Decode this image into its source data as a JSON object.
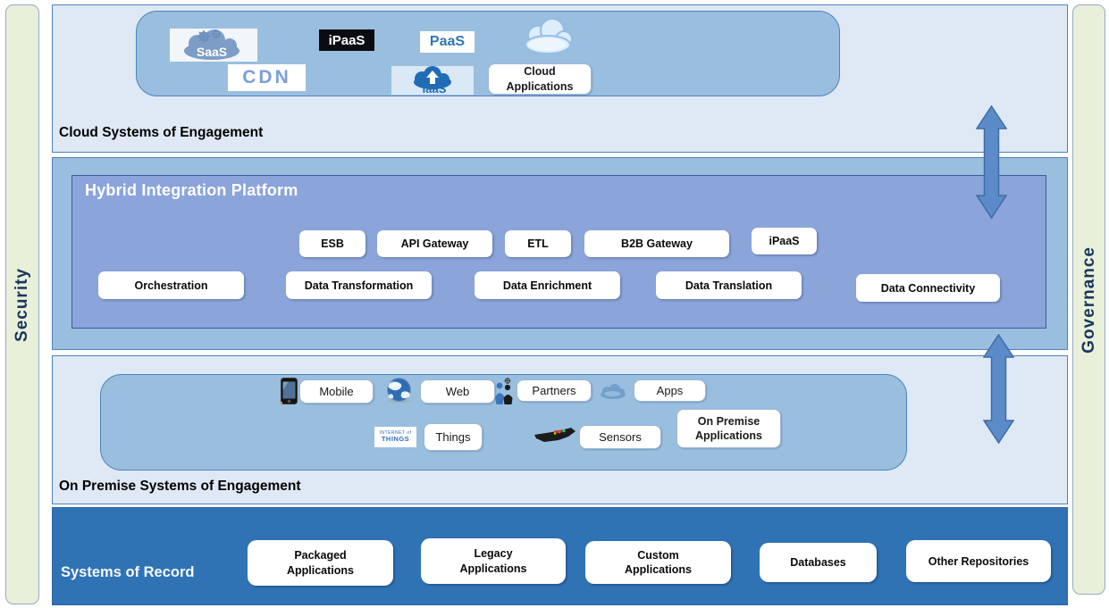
{
  "security_bar": {
    "label": "Security"
  },
  "governance_bar": {
    "label": "Governance"
  },
  "cloud_soe": {
    "label": "Cloud Systems of Engagement",
    "saas": "SaaS",
    "ipaas": "iPaaS",
    "paas": "PaaS",
    "cdn": "CDN",
    "iaas": "IaaS",
    "cloud_applications": "Cloud Applications"
  },
  "hip": {
    "title": "Hybrid Integration Platform",
    "capabilities_row1": [
      "ESB",
      "API Gateway",
      "ETL",
      "B2B Gateway",
      "iPaaS"
    ],
    "capabilities_row2": [
      "Orchestration",
      "Data Transformation",
      "Data Enrichment",
      "Data Translation",
      "Data Connectivity"
    ]
  },
  "onprem_soe": {
    "label": "On Premise Systems of Engagement",
    "channels": [
      "Mobile",
      "Web",
      "Partners",
      "Apps"
    ],
    "things": "Things",
    "sensors": "Sensors",
    "onprem_applications": "On Premise Applications",
    "iot_image_text_line1": "INTERNET of",
    "iot_image_text_line2": "THINGS"
  },
  "systems_of_record": {
    "label": "Systems of Record",
    "repositories": [
      "Packaged Applications",
      "Legacy Applications",
      "Custom Applications",
      "Databases",
      "Other Repositories"
    ]
  },
  "colors": {
    "light_blue_section": "#dee9f5",
    "medium_blue": "#9abede",
    "hip_inner_blue": "#8ba4da",
    "systems_of_record_blue": "#2f73b5",
    "security_green": "#e9f0da",
    "border_blue": "#4f81bd",
    "arrow_blue": "#5b8bc9",
    "navy_text": "#17365d"
  }
}
